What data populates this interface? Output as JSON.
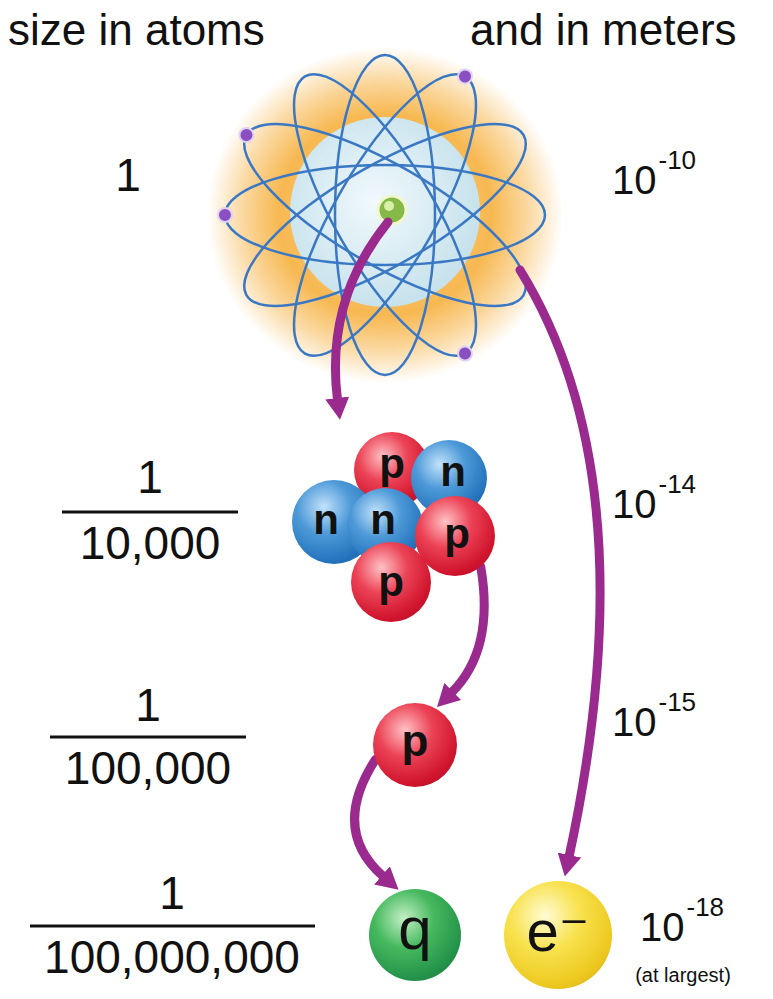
{
  "diagram": {
    "nodes": [
      {
        "text": [
          "p"
        ]
      },
      {
        "text": [
          "n"
        ]
      },
      {
        "text": [
          "n"
        ]
      },
      {
        "text": [
          "n"
        ]
      },
      {
        "text": [
          "p"
        ]
      },
      {
        "text": [
          "p"
        ]
      },
      {
        "text": [
          "p"
        ]
      },
      {
        "text": [
          "q"
        ]
      },
      {
        "text": [
          "e⁻"
        ]
      }
    ],
    "edges": [
      {
        "from": 4,
        "to": 6,
        "arrow": "to"
      },
      {
        "from": 6,
        "to": 7,
        "arrow": "to"
      }
    ],
    "labels": [
      "size in atoms",
      "and in meters",
      "1",
      "10",
      "-10",
      "1",
      "10,000",
      "10",
      "-14",
      "1",
      "100,000",
      "10",
      "-15",
      "1",
      "100,000,000",
      "10",
      "-18",
      "(at largest)"
    ]
  }
}
